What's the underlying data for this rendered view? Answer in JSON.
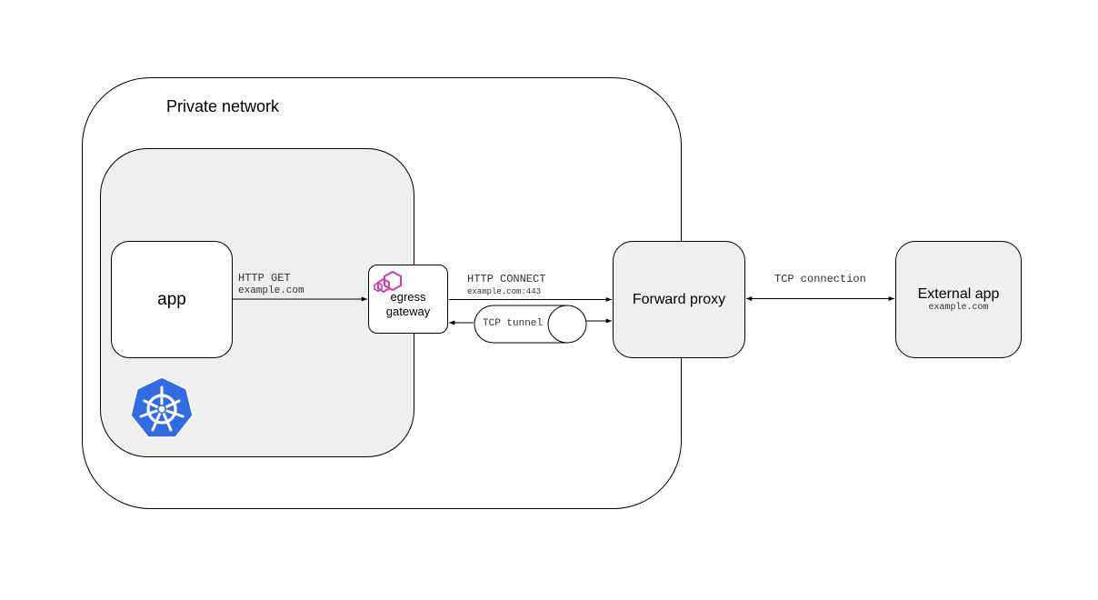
{
  "private_network": {
    "title": "Private network"
  },
  "app": {
    "label": "app"
  },
  "egress_gateway": {
    "line1": "egress",
    "line2": "gateway"
  },
  "forward_proxy": {
    "label": "Forward proxy"
  },
  "external_app": {
    "label": "External app",
    "host": "example.com"
  },
  "edges": {
    "http_get": {
      "method": "HTTP GET",
      "host": "example.com"
    },
    "http_connect": {
      "method": "HTTP CONNECT",
      "host": "example.com:443"
    },
    "tcp_tunnel": {
      "label": "TCP tunnel"
    },
    "tcp_connection": {
      "label": "TCP connection"
    }
  },
  "icons": {
    "kubernetes": "kubernetes-icon",
    "envoy": "envoy-icon"
  },
  "colors": {
    "kubernetes_blue": "#326ce5",
    "envoy_magenta": "#d63aa8",
    "panel_gray": "#efefef"
  }
}
